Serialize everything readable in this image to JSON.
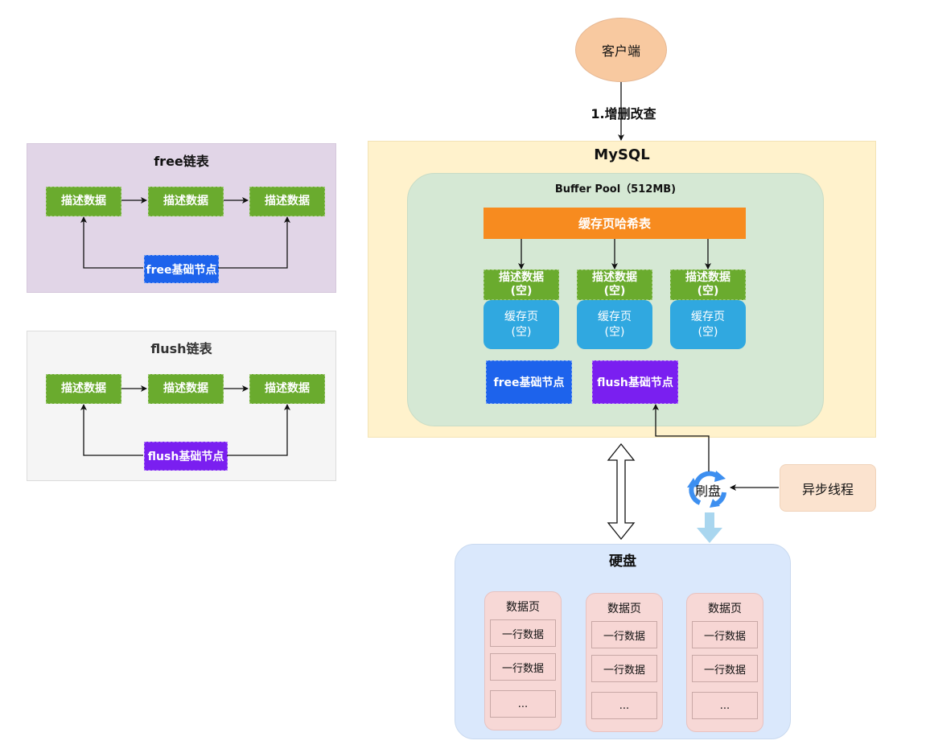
{
  "client": {
    "label": "客户端",
    "fill": "#f8c9a0"
  },
  "request_label": "1.增删改查",
  "mysql": {
    "title": "MySQL",
    "buffer_pool": {
      "title": "Buffer Pool（512MB)",
      "hash_table": "缓存页哈希表",
      "descriptors": [
        {
          "line1": "描述数据",
          "line2": "(空)"
        },
        {
          "line1": "描述数据",
          "line2": "(空)"
        },
        {
          "line1": "描述数据",
          "line2": "(空)"
        }
      ],
      "cache_pages": [
        {
          "line1": "缓存页",
          "line2": "(空)"
        },
        {
          "line1": "缓存页",
          "line2": "(空)"
        },
        {
          "line1": "缓存页",
          "line2": "(空)"
        }
      ],
      "free_base_node": "free基础节点",
      "flush_base_node": "flush基础节点"
    }
  },
  "free_list": {
    "title": "free链表",
    "nodes": [
      "描述数据",
      "描述数据",
      "描述数据"
    ],
    "base_node": "free基础节点"
  },
  "flush_list": {
    "title": "flush链表",
    "nodes": [
      "描述数据",
      "描述数据",
      "描述数据"
    ],
    "base_node": "flush基础节点"
  },
  "flush_disk": {
    "label": "刷盘"
  },
  "async_thread": {
    "label": "异步线程"
  },
  "disk": {
    "title": "硬盘",
    "pages": [
      {
        "title": "数据页",
        "rows": [
          "一行数据",
          "一行数据",
          "..."
        ]
      },
      {
        "title": "数据页",
        "rows": [
          "一行数据",
          "一行数据",
          "..."
        ]
      },
      {
        "title": "数据页",
        "rows": [
          "一行数据",
          "一行数据",
          "..."
        ]
      }
    ]
  },
  "colors": {
    "descriptor_green": "#6aab2e",
    "free_node_blue": "#1d63ec",
    "flush_node_purple": "#7a1ff0",
    "hash_orange": "#f78b1f",
    "cache_blue": "#30a8e0",
    "mysql_bg": "#fff2cc",
    "buffer_pool_bg": "#d5e8d4",
    "disk_bg": "#dae8fc",
    "datapage_bg": "#f8cecc",
    "free_panel_bg": "#e1d5e7",
    "flush_panel_bg": "#f5f5f5"
  }
}
